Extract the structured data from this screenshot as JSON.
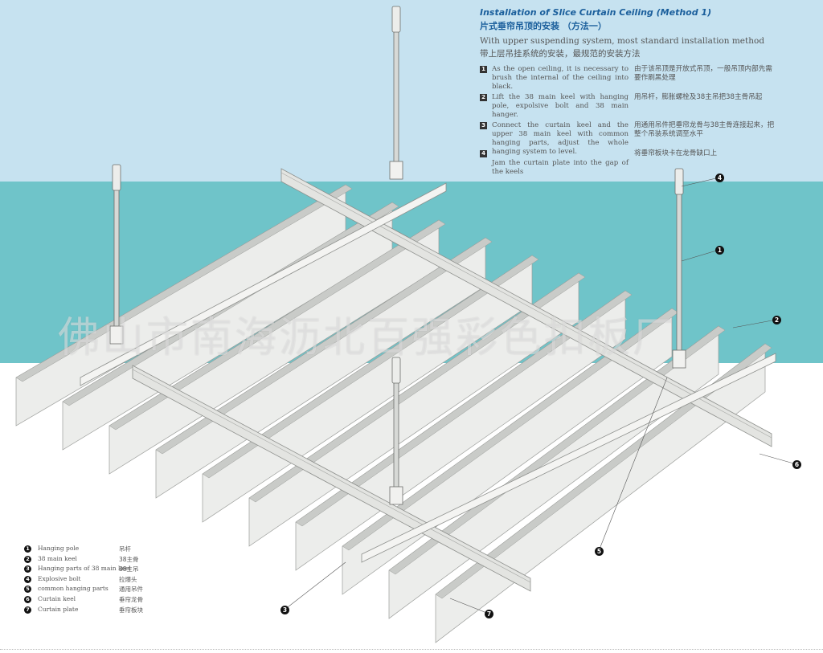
{
  "header": {
    "title_en": "Installation of Slice Curtain Ceiling (Method 1)",
    "title_zh": "片式垂帘吊顶的安装 （方法一）",
    "subtitle_en": "With upper suspending system, most standard installation method",
    "subtitle_zh": "带上层吊挂系统的安装，最规范的安装方法"
  },
  "steps": [
    {
      "num": "1",
      "en": "As the open ceiling, it is necessary to brush the internal of the ceiling into black.",
      "zh": "由于该吊顶是开放式吊顶，一般吊顶内部先需要作刷黑处理"
    },
    {
      "num": "2",
      "en": "Lift the 38 main keel with hanging pole, expolsive bolt and 38 main hanger.",
      "zh": "用吊杆，膨胀螺栓及38主吊把38主骨吊起"
    },
    {
      "num": "3",
      "en": "Connect the curtain keel and the upper 38 main keel with common hanging parts, adjust the whole hanging system to level.",
      "zh": "用通用吊件把垂帘龙骨与38主骨连接起来，把整个吊装系统调至水平"
    },
    {
      "num": "4",
      "en": "Jam the curtain plate into the gap of the keels",
      "zh": "将垂帘板块卡在龙骨缺口上"
    }
  ],
  "legend": [
    {
      "num": "1",
      "en": "Hanging pole",
      "zh": "吊杆"
    },
    {
      "num": "2",
      "en": "38 main keel",
      "zh": "38主骨"
    },
    {
      "num": "3",
      "en": "Hanging parts of 38 main keel",
      "zh": "38主吊"
    },
    {
      "num": "4",
      "en": "Explosive bolt",
      "zh": "拉爆头"
    },
    {
      "num": "5",
      "en": "common hanging parts",
      "zh": "通用吊件"
    },
    {
      "num": "6",
      "en": "Curtain keel",
      "zh": "垂帘龙骨"
    },
    {
      "num": "7",
      "en": "Curtain plate",
      "zh": "垂帘板块"
    }
  ],
  "callouts": [
    "4",
    "1",
    "2",
    "6",
    "5",
    "3",
    "7"
  ],
  "watermark": "佛山市南海沥北百强彩色扣板厂",
  "colors": {
    "sky": "#c6e2f0",
    "teal": "#6fc4c9",
    "title": "#1b5f9c",
    "plate": "#ecedeb",
    "plate_shadow": "#c9cbc8",
    "keel": "#e3e4e1"
  }
}
